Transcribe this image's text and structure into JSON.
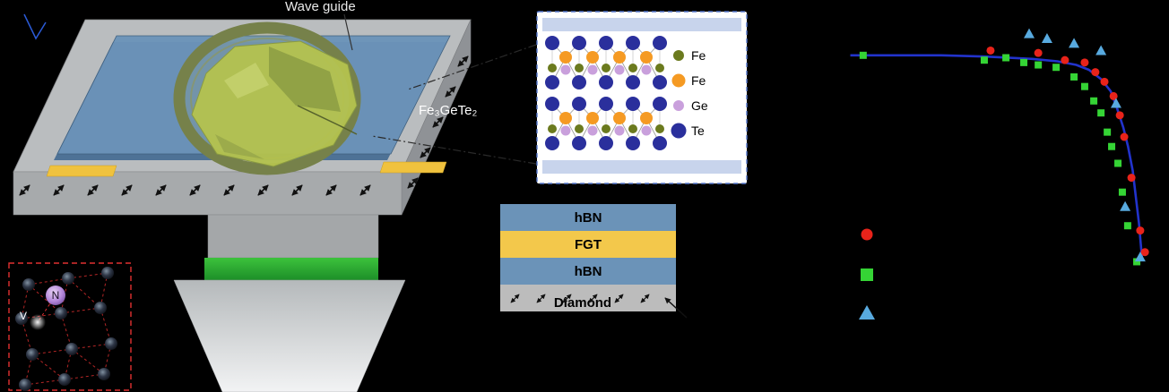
{
  "figure": {
    "background": "#000000",
    "panel_a": {
      "wave_guide_label": "Wave guide",
      "material_label": "Fe₃GeTe₂",
      "light_path_color": "#2b5bd7",
      "nv_inset": {
        "nitrogen_label": "N",
        "vacancy_label": "V",
        "border_color": "#e03030"
      },
      "crystal_inset": {
        "border_color": "#5577cc",
        "layer_bar_color": "#c8d4ec",
        "legend": [
          {
            "label": "Fe",
            "color": "#6b7a1e"
          },
          {
            "label": "Fe",
            "color": "#f59a23"
          },
          {
            "label": "Ge",
            "color": "#c9a0dc"
          },
          {
            "label": "Te",
            "color": "#2a2f9c"
          }
        ]
      },
      "stack_inset": {
        "layers": [
          {
            "label": "hBN",
            "color": "#6b93b8",
            "text_color": "#000000"
          },
          {
            "label": "FGT",
            "color": "#f3c84b",
            "text_color": "#000000"
          },
          {
            "label": "hBN",
            "color": "#6b93b8",
            "text_color": "#000000"
          },
          {
            "label": "Diamond",
            "color": "#bcbcbc",
            "text_color": "#000000"
          }
        ]
      }
    }
  },
  "chart_data": {
    "type": "scatter",
    "title": "",
    "xlabel": "",
    "ylabel": "",
    "xlim": [
      0,
      1
    ],
    "ylim": [
      0,
      1.1
    ],
    "grid": false,
    "legend_position": "lower-left",
    "series": [
      {
        "name": "fit-curve",
        "kind": "line",
        "color": "#2233cc",
        "x": [
          0.01,
          0.16,
          0.3,
          0.44,
          0.59,
          0.67,
          0.73,
          0.77,
          0.81,
          0.84,
          0.86,
          0.88,
          0.895,
          0.91,
          0.92,
          0.93,
          0.94
        ],
        "y": [
          1.0,
          1.0,
          1.0,
          0.995,
          0.985,
          0.975,
          0.96,
          0.94,
          0.9,
          0.85,
          0.78,
          0.7,
          0.62,
          0.52,
          0.41,
          0.3,
          0.15
        ]
      },
      {
        "name": "red-circles",
        "kind": "scatter",
        "marker": "circle",
        "color": "#e8231a",
        "x": [
          0.457,
          0.609,
          0.694,
          0.757,
          0.791,
          0.82,
          0.849,
          0.869,
          0.883,
          0.906,
          0.934,
          0.949
        ],
        "y": [
          1.02,
          1.01,
          0.98,
          0.97,
          0.93,
          0.89,
          0.83,
          0.75,
          0.66,
          0.49,
          0.27,
          0.18
        ]
      },
      {
        "name": "green-squares",
        "kind": "scatter",
        "marker": "square",
        "color": "#35d435",
        "x": [
          0.051,
          0.437,
          0.506,
          0.563,
          0.609,
          0.666,
          0.723,
          0.757,
          0.786,
          0.809,
          0.829,
          0.843,
          0.863,
          0.877,
          0.894,
          0.923
        ],
        "y": [
          1.0,
          0.98,
          0.99,
          0.97,
          0.96,
          0.95,
          0.91,
          0.87,
          0.81,
          0.76,
          0.68,
          0.62,
          0.55,
          0.43,
          0.29,
          0.14
        ]
      },
      {
        "name": "blue-triangles",
        "kind": "scatter",
        "marker": "triangle",
        "color": "#58aadf",
        "x": [
          0.58,
          0.637,
          0.723,
          0.809,
          0.857,
          0.886,
          0.934
        ],
        "y": [
          1.09,
          1.07,
          1.05,
          1.02,
          0.8,
          0.37,
          0.16
        ]
      }
    ],
    "legend": {
      "position": "lower-left",
      "entries": [
        {
          "marker": "circle",
          "color": "#e8231a",
          "label": ""
        },
        {
          "marker": "square",
          "color": "#35d435",
          "label": ""
        },
        {
          "marker": "triangle",
          "color": "#58aadf",
          "label": ""
        }
      ]
    }
  }
}
